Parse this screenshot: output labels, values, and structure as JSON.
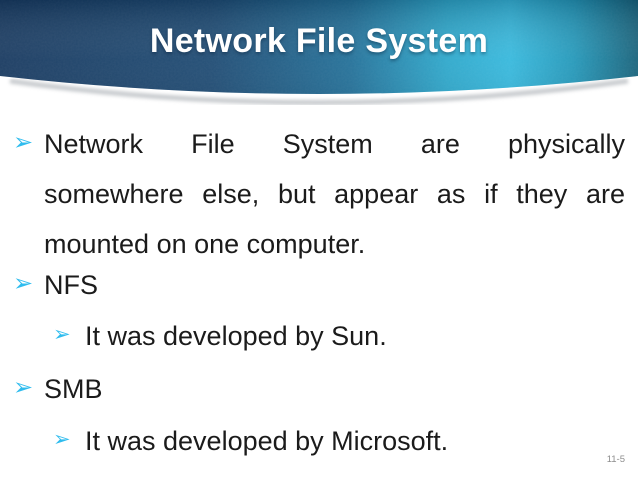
{
  "slide": {
    "title": "Network File System",
    "page_number": "11-5",
    "bullet_glyph": "➢",
    "bullets": {
      "overview": {
        "line1": "Network File System are physically",
        "line2": "somewhere else, but appear as if they are",
        "line3": "mounted on one computer."
      },
      "nfs": {
        "label": "NFS",
        "sub": "It was developed by Sun."
      },
      "smb": {
        "label": "SMB",
        "sub": "It was developed by Microsoft."
      }
    },
    "colors": {
      "header_navy": "#15375e",
      "header_cyan": "#33b7dc",
      "bullet_cyan": "#2fbcee",
      "body_text": "#1b1b1b",
      "page_number_gray": "#8d8d8d"
    }
  }
}
